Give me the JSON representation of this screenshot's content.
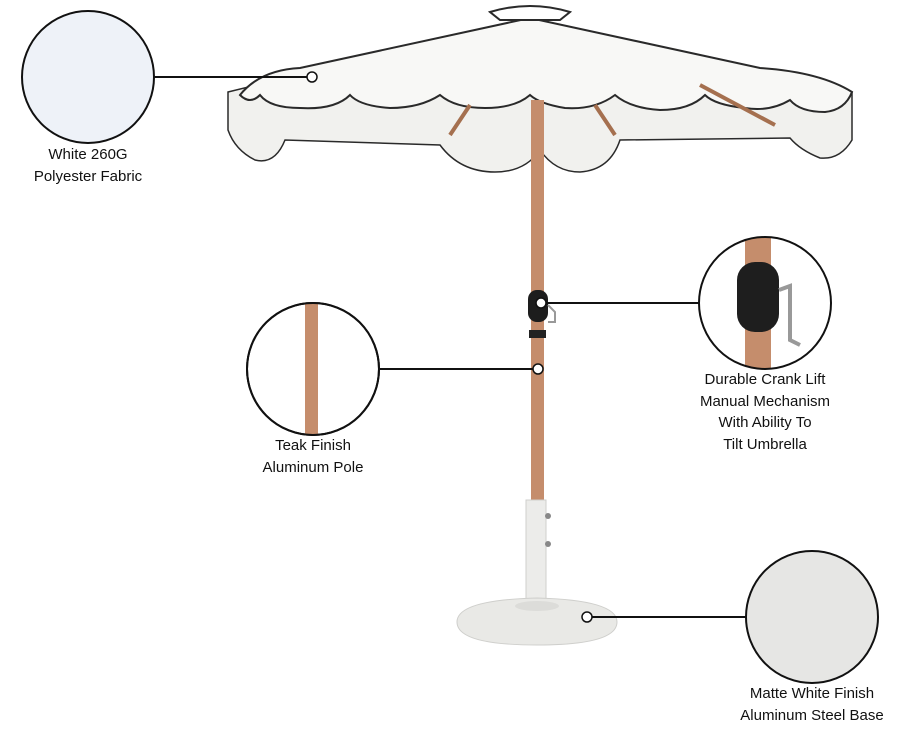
{
  "callouts": [
    {
      "id": "fabric",
      "lines": [
        "White 260G",
        "Polyester Fabric"
      ]
    },
    {
      "id": "pole",
      "lines": [
        "Teak Finish",
        "Aluminum Pole"
      ]
    },
    {
      "id": "crank",
      "lines": [
        "Durable Crank Lift",
        "Manual Mechanism",
        "With Ability To",
        "Tilt Umbrella"
      ]
    },
    {
      "id": "base",
      "lines": [
        "Matte White Finish",
        "Aluminum Steel Base"
      ]
    }
  ],
  "colors": {
    "canopy": "#f6f7f5",
    "trim": "#2a2a2a",
    "pole": "#c58d6c",
    "base": "#e9e9e6",
    "fabric_swatch": "#eef2f8"
  }
}
